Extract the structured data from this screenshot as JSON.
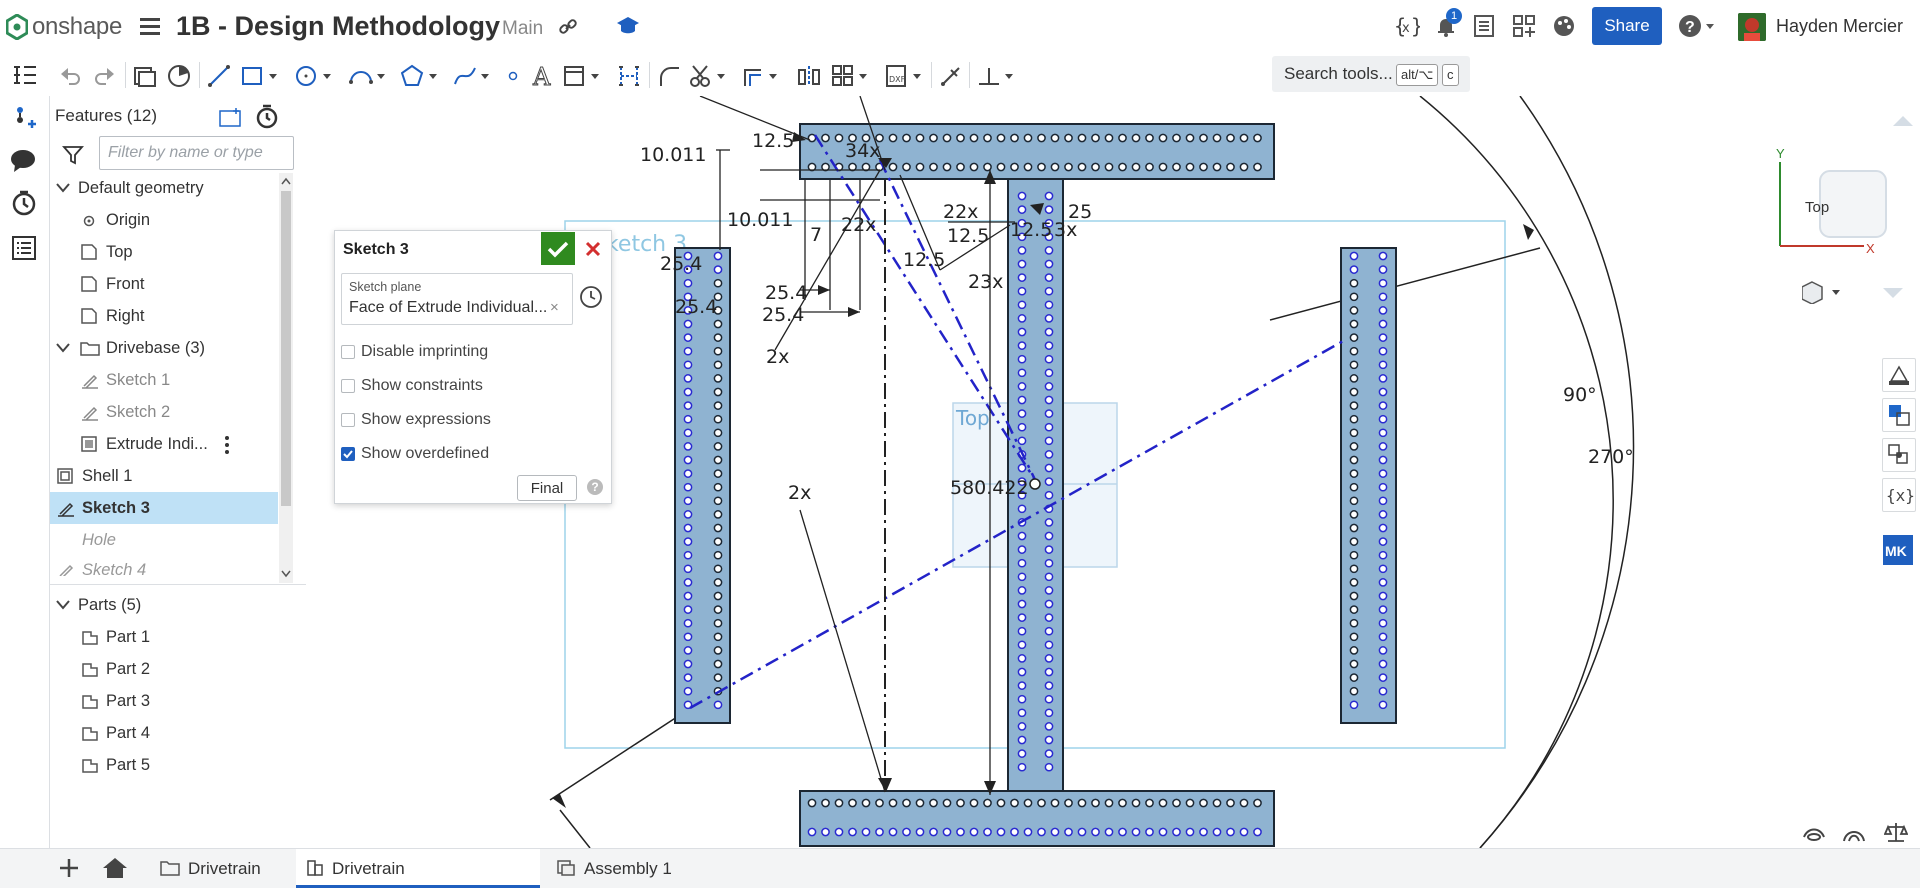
{
  "app": {
    "logo_text": "onshape",
    "brand_color": "#1f5fbf"
  },
  "header": {
    "title": "1B - Design Methodology",
    "branch": "Main",
    "notification_count": "1",
    "share_label": "Share",
    "user_name": "Hayden Mercier"
  },
  "toolbar": {
    "search_label": "Search tools...",
    "search_shortcut_mod": "alt/⌥",
    "search_shortcut_key": "c"
  },
  "features": {
    "title": "Features (12)",
    "filter_placeholder": "Filter by name or type",
    "items": [
      {
        "label": "Default geometry"
      },
      {
        "label": "Origin"
      },
      {
        "label": "Top"
      },
      {
        "label": "Front"
      },
      {
        "label": "Right"
      },
      {
        "label": "Drivebase (3)"
      },
      {
        "label": "Sketch 1"
      },
      {
        "label": "Sketch 2"
      },
      {
        "label": "Extrude Indi..."
      },
      {
        "label": "Shell 1"
      },
      {
        "label": "Sketch 3"
      },
      {
        "label": "Hole"
      },
      {
        "label": "Sketch 4"
      }
    ],
    "parts_title": "Parts (5)",
    "parts": [
      {
        "label": "Part 1"
      },
      {
        "label": "Part 2"
      },
      {
        "label": "Part 3"
      },
      {
        "label": "Part 4"
      },
      {
        "label": "Part 5"
      }
    ]
  },
  "sketch_dialog": {
    "title": "Sketch 3",
    "plane_label": "Sketch plane",
    "plane_value": "Face of Extrude Individual...",
    "options": [
      {
        "label": "Disable imprinting",
        "checked": false
      },
      {
        "label": "Show constraints",
        "checked": false
      },
      {
        "label": "Show expressions",
        "checked": false
      },
      {
        "label": "Show overdefined",
        "checked": true
      }
    ],
    "final_label": "Final"
  },
  "viewport": {
    "sketch_label": "Sketch 3",
    "plane_label": "Top",
    "dimensions": [
      "10.011",
      "12.5",
      "34x",
      "10.011",
      "7",
      "22x",
      "12.5",
      "22x",
      "25",
      "3x",
      "12.5",
      "23x",
      "25.4",
      "25.4",
      "2x",
      "2x",
      "580.422",
      "90°",
      "270°",
      "25.4",
      "25.4",
      "12.5"
    ],
    "view_cube": {
      "face": "Top",
      "axis_y": "Y",
      "axis_x": "X"
    }
  },
  "bottom_tabs": [
    {
      "label": "Drivetrain",
      "kind": "folder"
    },
    {
      "label": "Drivetrain",
      "kind": "partstudio"
    },
    {
      "label": "Assembly 1",
      "kind": "assembly"
    }
  ]
}
